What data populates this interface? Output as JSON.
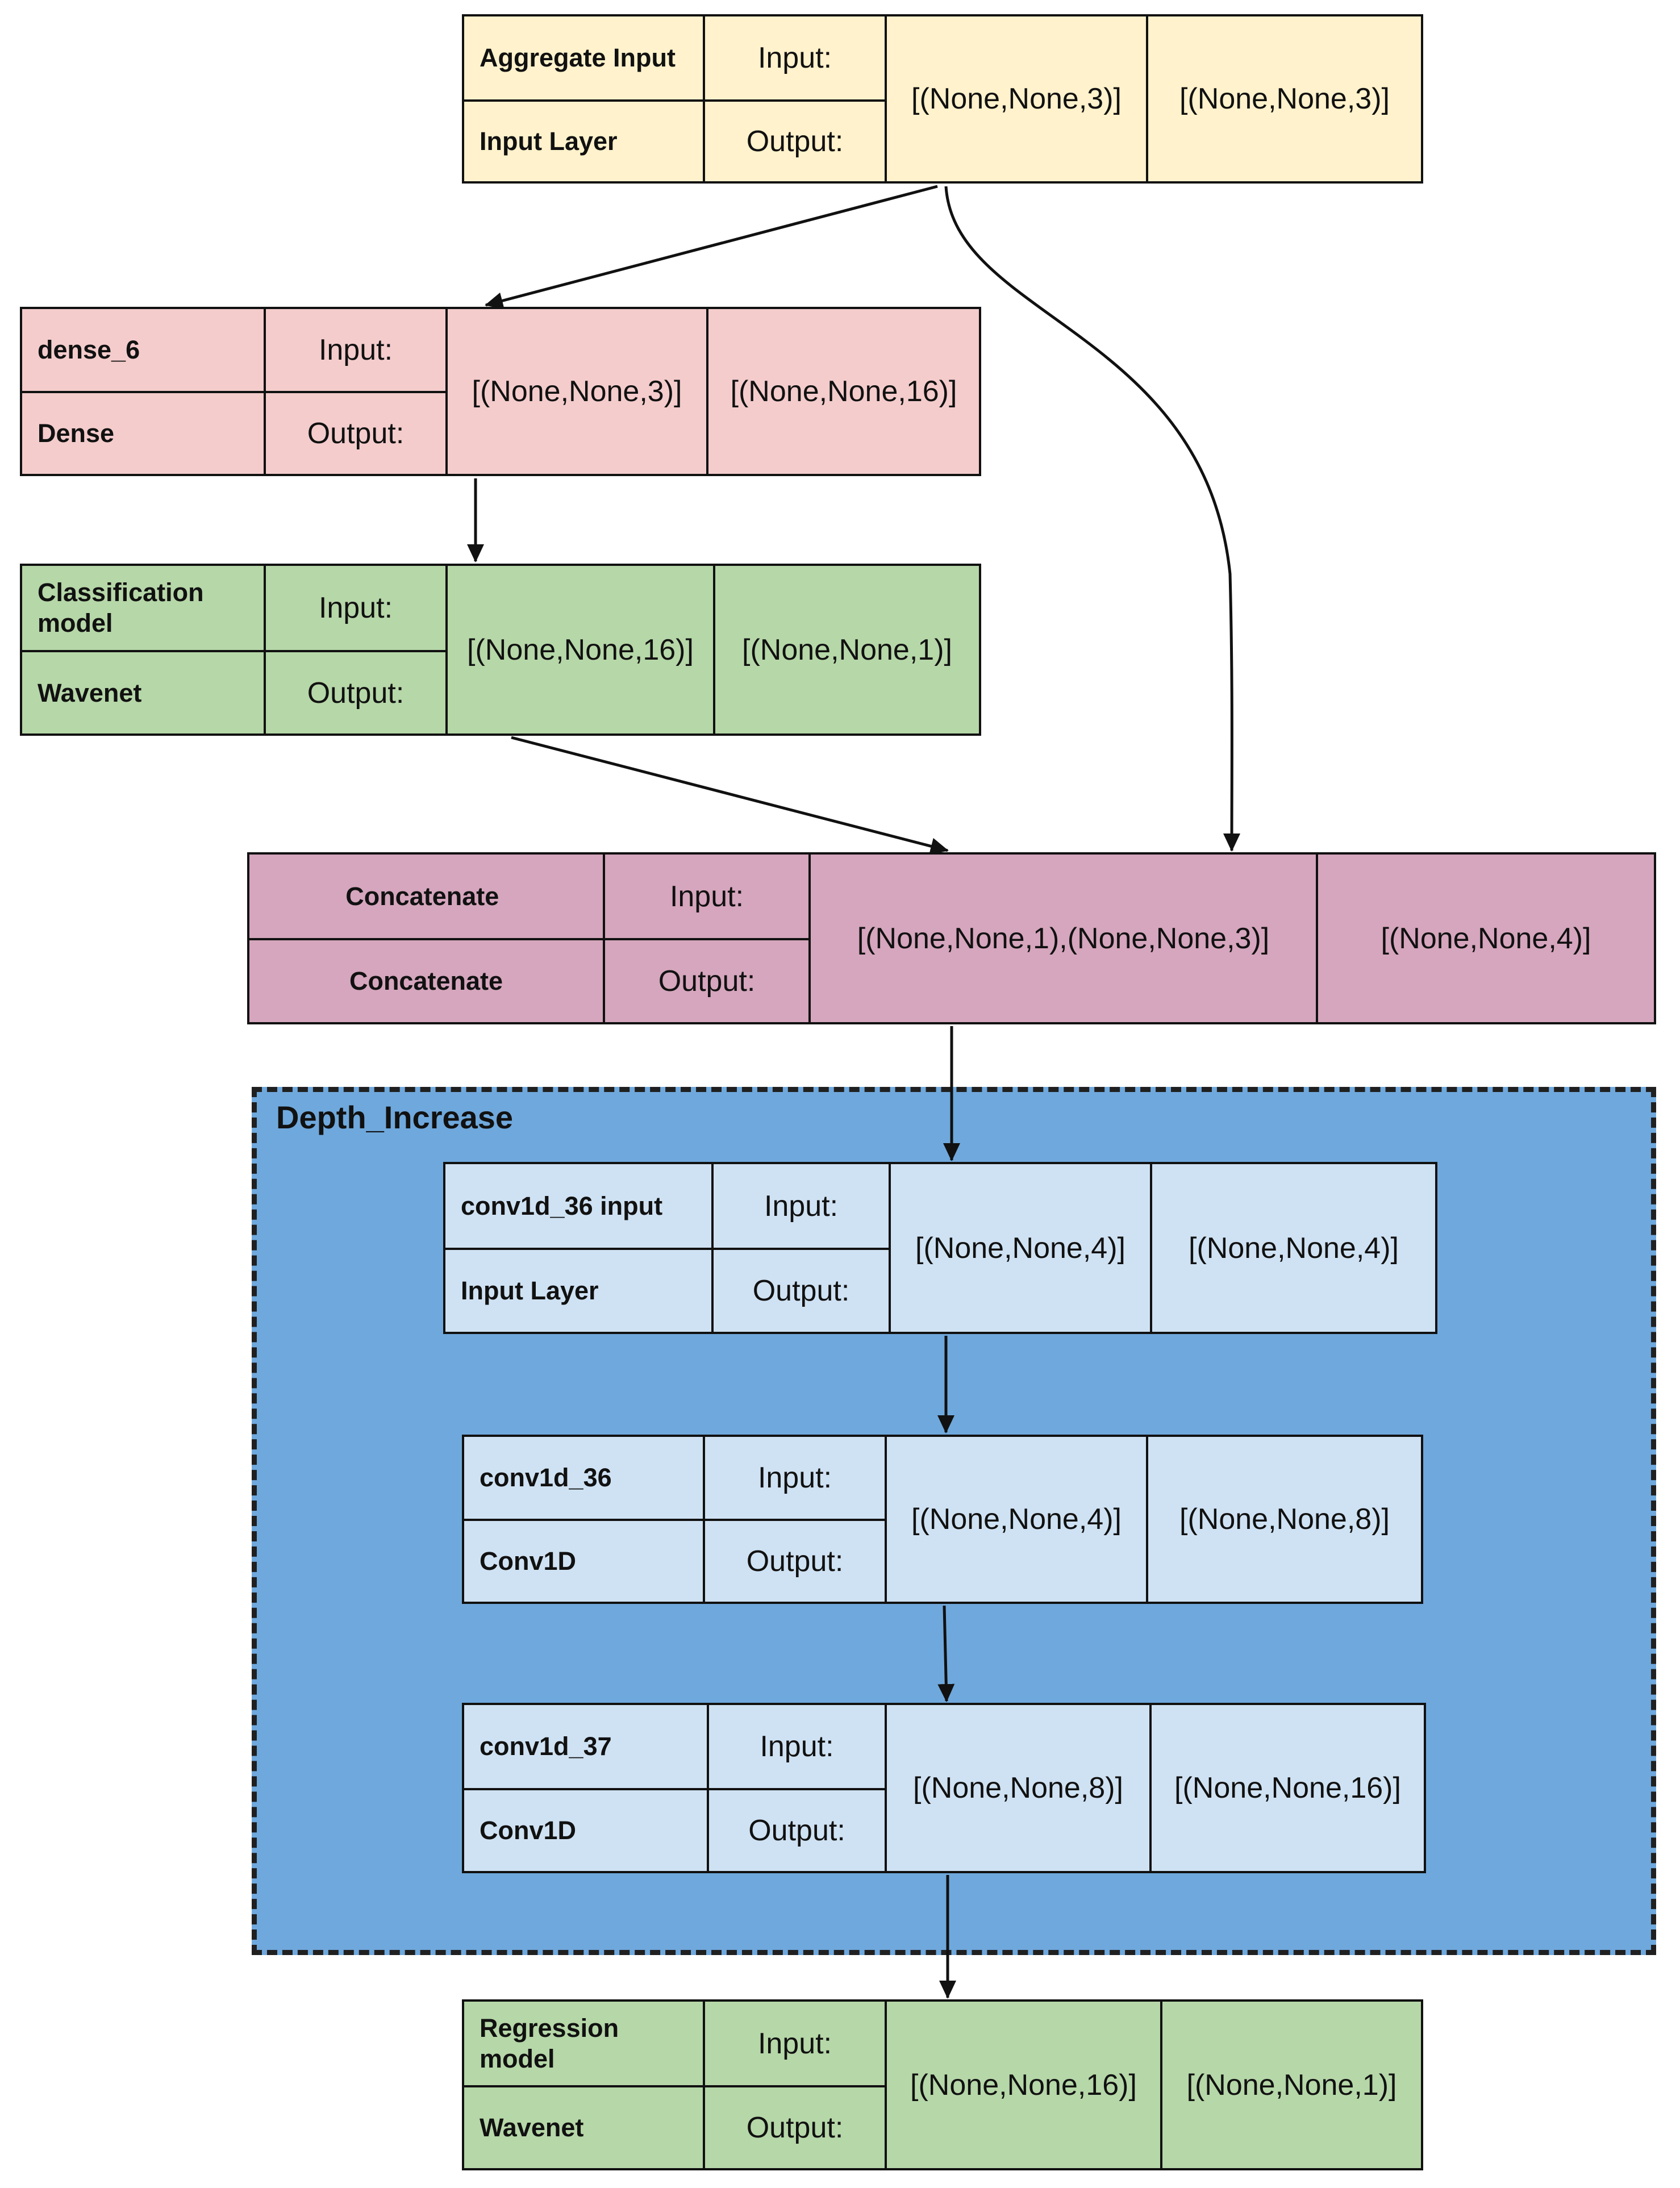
{
  "group": {
    "title": "Depth_Increase"
  },
  "layers": [
    {
      "id": "aggregate_input",
      "name": "Aggregate Input",
      "kind": "Input Layer",
      "input_label": "Input:",
      "output_label": "Output:",
      "input_shape": "[(None,None,3)]",
      "output_shape": "[(None,None,3)]",
      "color": "#fff2cc"
    },
    {
      "id": "dense_6",
      "name": "dense_6",
      "kind": "Dense",
      "input_label": "Input:",
      "output_label": "Output:",
      "input_shape": "[(None,None,3)]",
      "output_shape": "[(None,None,16)]",
      "color": "#f4cccc"
    },
    {
      "id": "classification_model",
      "name": "Classification model",
      "kind": "Wavenet",
      "input_label": "Input:",
      "output_label": "Output:",
      "input_shape": "[(None,None,16)]",
      "output_shape": "[(None,None,1)]",
      "color": "#b6d7a8"
    },
    {
      "id": "concatenate",
      "name": "Concatenate",
      "kind": "Concatenate",
      "input_label": "Input:",
      "output_label": "Output:",
      "input_shape": "[(None,None,1),(None,None,3)]",
      "output_shape": "[(None,None,4)]",
      "color": "#d5a6bd"
    },
    {
      "id": "conv1d_36_input",
      "name": "conv1d_36 input",
      "kind": "Input Layer",
      "input_label": "Input:",
      "output_label": "Output:",
      "input_shape": "[(None,None,4)]",
      "output_shape": "[(None,None,4)]",
      "color": "#cfe2f3"
    },
    {
      "id": "conv1d_36",
      "name": "conv1d_36",
      "kind": "Conv1D",
      "input_label": "Input:",
      "output_label": "Output:",
      "input_shape": "[(None,None,4)]",
      "output_shape": "[(None,None,8)]",
      "color": "#cfe2f3"
    },
    {
      "id": "conv1d_37",
      "name": "conv1d_37",
      "kind": "Conv1D",
      "input_label": "Input:",
      "output_label": "Output:",
      "input_shape": "[(None,None,8)]",
      "output_shape": "[(None,None,16)]",
      "color": "#cfe2f3"
    },
    {
      "id": "regression_model",
      "name": "Regression model",
      "kind": "Wavenet",
      "input_label": "Input:",
      "output_label": "Output:",
      "input_shape": "[(None,None,16)]",
      "output_shape": "[(None,None,1)]",
      "color": "#b6d7a8"
    }
  ],
  "edges": [
    {
      "from": "aggregate_input",
      "to": "dense_6"
    },
    {
      "from": "aggregate_input",
      "to": "concatenate"
    },
    {
      "from": "dense_6",
      "to": "classification_model"
    },
    {
      "from": "classification_model",
      "to": "concatenate"
    },
    {
      "from": "concatenate",
      "to": "conv1d_36_input"
    },
    {
      "from": "conv1d_36_input",
      "to": "conv1d_36"
    },
    {
      "from": "conv1d_36",
      "to": "conv1d_37"
    },
    {
      "from": "conv1d_37",
      "to": "regression_model"
    }
  ]
}
